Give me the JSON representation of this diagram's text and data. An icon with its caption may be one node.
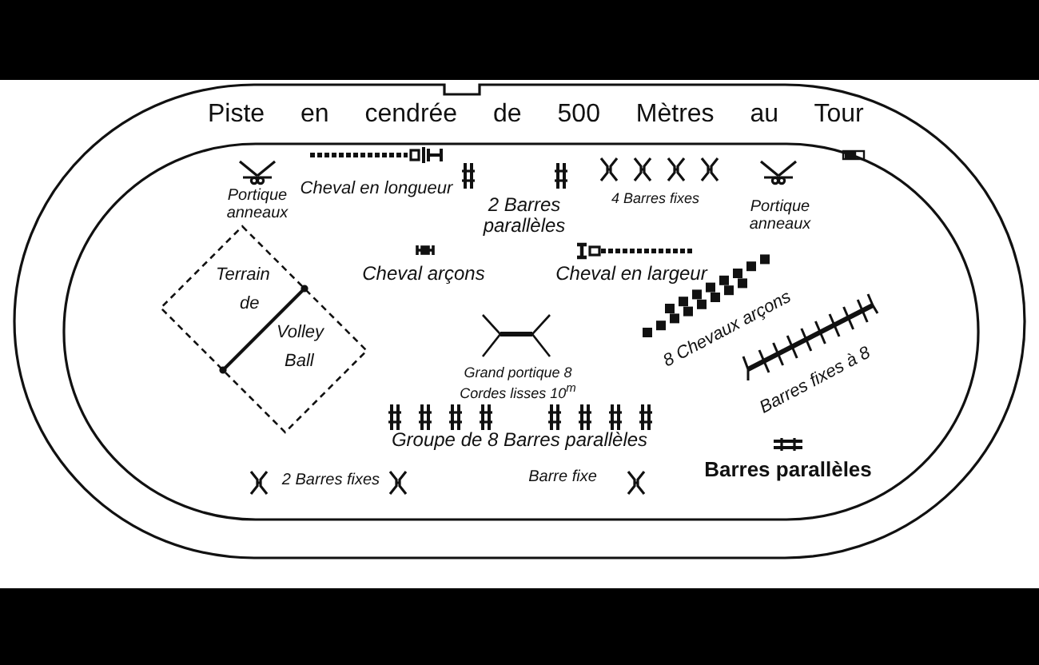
{
  "diagram": {
    "nodes": [
      {
        "text": [
          "Piste en cendrée de 500 Mètres au Tour"
        ]
      },
      {
        "text": [
          "Terrain de Volley Ball"
        ],
        "in": 0
      }
    ],
    "labels": [
      "Portique anneaux",
      "Cheval en longueur",
      "2 Barres parallèles",
      "4 Barres fixes",
      "Portique anneaux",
      "Cheval arçons",
      "Cheval en largeur",
      "8 Chevaux arçons",
      "Grand portique 8 Cordes lisses 10$^{m}$",
      "Barres fixes à 8",
      "Groupe de 8 Barres parallèles",
      "2 Barres fixes",
      "Barre fixe",
      "Barres parallèles"
    ]
  }
}
